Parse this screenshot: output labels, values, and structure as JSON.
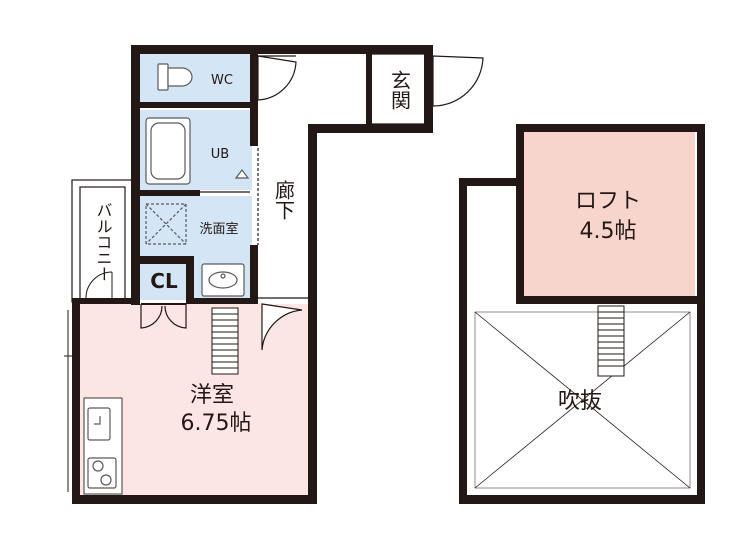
{
  "rooms": {
    "wc": "WC",
    "ub": "UB",
    "washroom": "洗面室",
    "entrance": "玄関",
    "corridor": "廊下",
    "balcony": "バルコニー",
    "closet": "CL",
    "western_room": {
      "name": "洋室",
      "size": "6.75帖"
    },
    "loft": {
      "name": "ロフト",
      "size": "4.5帖"
    },
    "atrium": "吹抜"
  },
  "colors": {
    "wall": "#231815",
    "wet_area": "#d4e6f5",
    "living_floor": "#fbe6e3",
    "loft_floor": "#f7d4cc",
    "fixture_stroke": "#5a5a5a"
  }
}
